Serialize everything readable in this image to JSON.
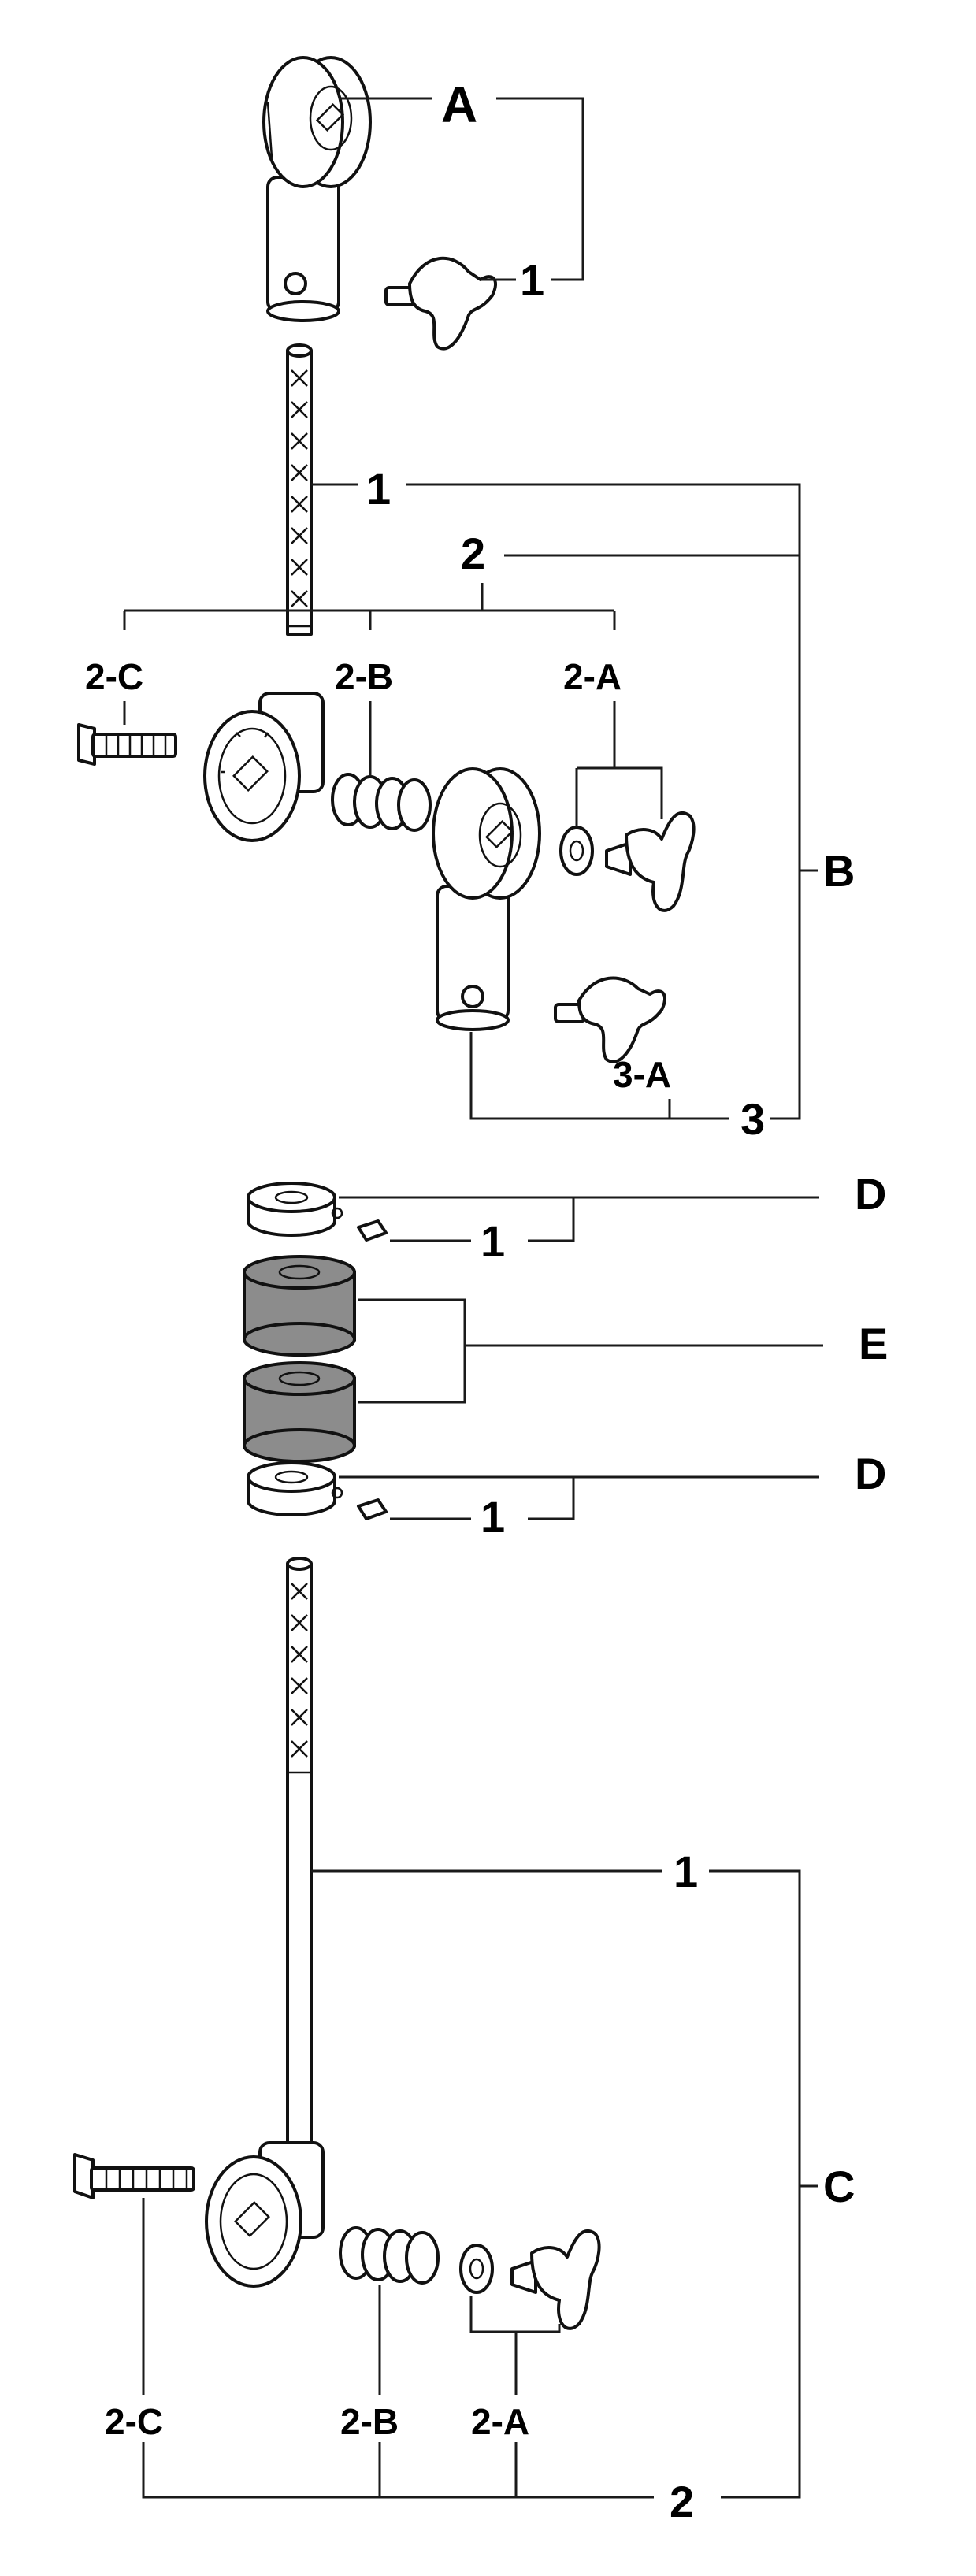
{
  "labels": {
    "A": "A",
    "B": "B",
    "C": "C",
    "D": "D",
    "E": "E",
    "one": "1",
    "two": "2",
    "three": "3",
    "two_a": "2-A",
    "two_b": "2-B",
    "two_c": "2-C",
    "three_a": "3-A"
  },
  "colors": {
    "line": "#1a1a1a",
    "part_fill": "#ffffff",
    "rubber_fill": "#8c8c8c"
  }
}
